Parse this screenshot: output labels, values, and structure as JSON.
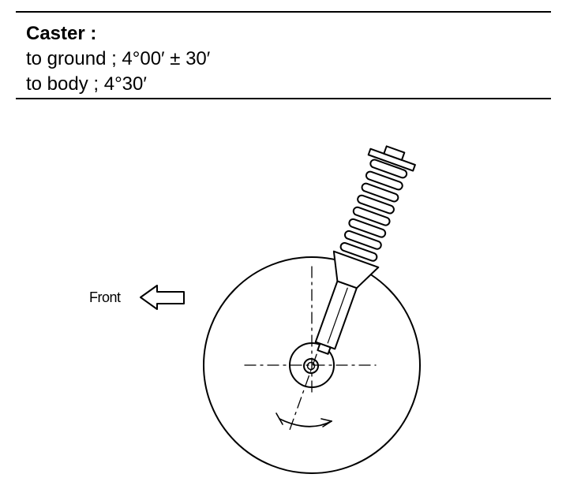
{
  "spec": {
    "title": "Caster :",
    "lines": [
      "to ground ; 4°00′ ± 30′",
      "to body ; 4°30′"
    ]
  },
  "diagram": {
    "front_label": "Front",
    "arrow_icon": "left-arrow-icon"
  },
  "colors": {
    "ink": "#000000",
    "background": "#ffffff"
  }
}
